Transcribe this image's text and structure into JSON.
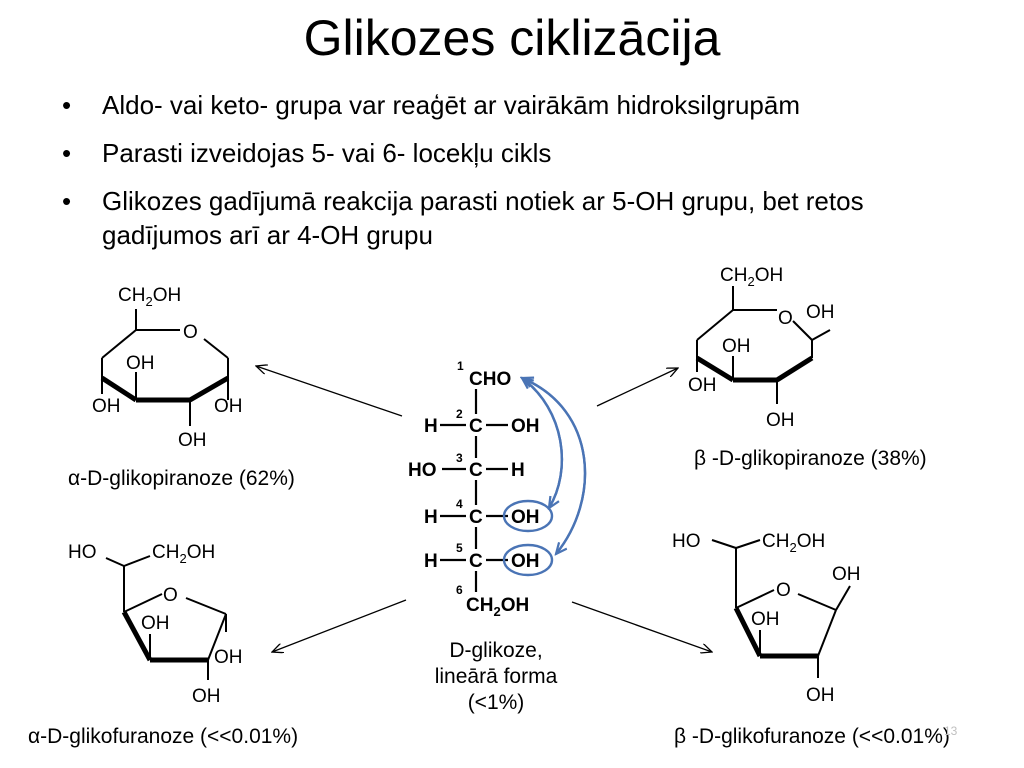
{
  "slide": {
    "title": "Glikozes ciklizācija",
    "bullets": [
      "Aldo- vai keto- grupa var reaģēt ar vairākām hidroksilgrupām",
      "Parasti izveidojas 5- vai 6- locekļu cikls",
      "Glikozes gadījumā reakcija parasti notiek ar 5-OH grupu, bet retos gadījumos arī ar 4-OH grupu"
    ],
    "slide_number": "13"
  },
  "captions": {
    "alpha_pyranose": "α-D-glikopiranoze (62%)",
    "beta_pyranose": "β -D-glikopiranoze (38%)",
    "alpha_furanose": "α-D-glikofuranoze (<<0.01%)",
    "beta_furanose": "β -D-glikofuranoze (<<0.01%)",
    "linear_line1": "D-glikoze,",
    "linear_line2": "lineārā forma",
    "linear_line3": "(<1%)"
  },
  "molecules": {
    "ch2oh": "CH",
    "sub2": "2",
    "oh_tail": "OH",
    "o": "O",
    "oh": "OH",
    "ho": "HO",
    "h": "H",
    "c": "C",
    "cho": "CHO",
    "carbon_numbers": [
      "1",
      "2",
      "3",
      "4",
      "5",
      "6"
    ]
  },
  "colors": {
    "highlight": "#4a74b5",
    "text": "#000000"
  }
}
